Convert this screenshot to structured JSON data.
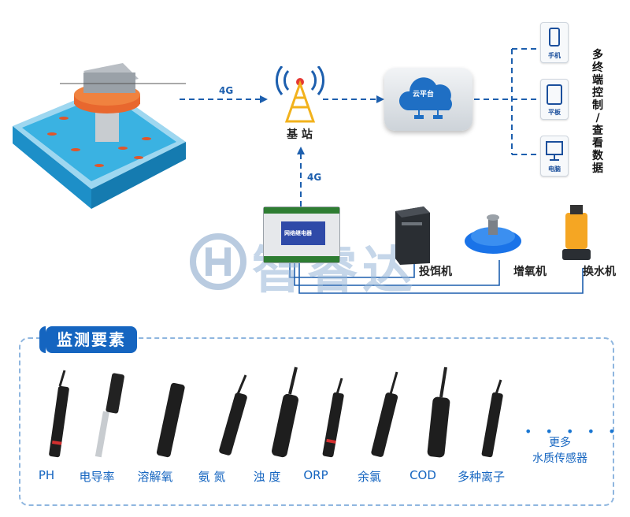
{
  "links": {
    "uplink_top": "4G",
    "uplink_mid": "4G"
  },
  "nodes": {
    "base_station": "基 站",
    "cloud": "云平台",
    "controller": "网络继电器",
    "feeder": "投饵机",
    "aerator": "增氧机",
    "pump": "换水机"
  },
  "terminals": {
    "phone": "手机",
    "tablet": "平板",
    "pc": "电脑",
    "caption_chars": [
      "多",
      "终",
      "端",
      "控",
      "制",
      "/",
      "查",
      "看",
      "数",
      "据"
    ]
  },
  "watermark": "智睿达",
  "monitor": {
    "title": "监测要素",
    "sensors": [
      "PH",
      "电导率",
      "溶解氧",
      "氨 氮",
      "浊 度",
      "ORP",
      "余氯",
      "COD",
      "多种离子"
    ],
    "more_line1": "更多",
    "more_line2": "水质传感器",
    "dots": "• • • • •"
  },
  "colors": {
    "accent": "#1565c0",
    "link": "#1d5fae",
    "pool": "#2fa6d8"
  }
}
